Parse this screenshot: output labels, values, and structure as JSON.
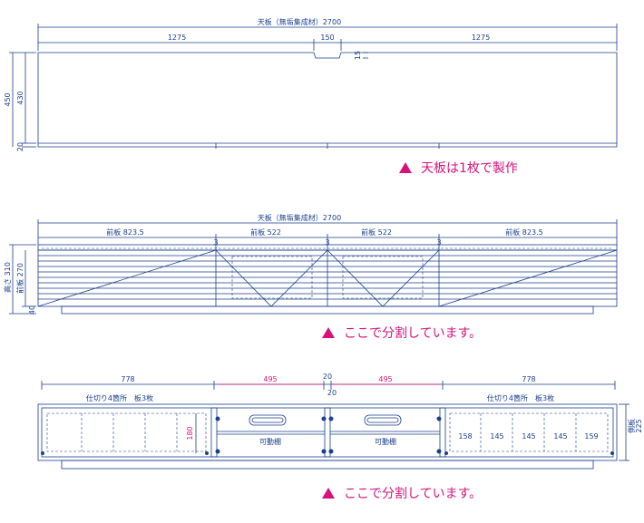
{
  "colors": {
    "line": "#1a3e8c",
    "accent": "#d8127a"
  },
  "view1": {
    "total_label": "天板（無垢集成材）2700",
    "left_width": "1275",
    "center_width": "150",
    "right_width": "1275",
    "notch_depth": "15",
    "depth_total": "450",
    "depth_main": "430",
    "depth_edge": "20",
    "note": "天板は1枚で製作"
  },
  "view2": {
    "total_label": "天板（無垢集成材）2700",
    "panel_left": "前板 823.5",
    "panel_mid_left": "前板 522",
    "panel_mid_right": "前板 522",
    "panel_right": "前板 823.5",
    "gap_left": "3",
    "gap_center": "3",
    "gap_right": "3",
    "height_total": "高さ 310",
    "front_height": "前板 270",
    "base_height": "40",
    "note": "ここで分割しています。"
  },
  "view3": {
    "width_left": "778",
    "width_mid_left": "495",
    "gap_top": "20",
    "gap_bottom": "20",
    "width_mid_right": "495",
    "width_right": "778",
    "section_left": "仕切り4箇所　板3枚",
    "section_right": "仕切り4箇所　板3枚",
    "shelf_left": "可動棚",
    "shelf_right": "可動棚",
    "inner_height": "180",
    "spacing": [
      "158",
      "145",
      "145",
      "145",
      "159"
    ],
    "side_label": "側板",
    "side_value": "225",
    "note": "ここで分割しています。"
  }
}
